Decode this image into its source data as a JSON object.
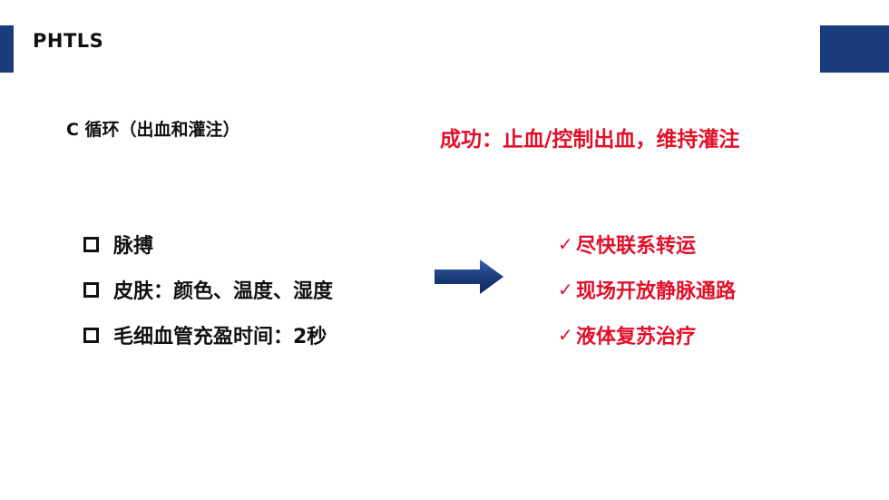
{
  "header": {
    "title": "PHTLS"
  },
  "section": {
    "subtitle": "C 循环（出血和灌注）",
    "success_text": "成功：止血/控制出血，维持灌注"
  },
  "assessment_items": [
    {
      "label": "脉搏"
    },
    {
      "label": "皮肤：颜色、温度、湿度"
    },
    {
      "label": "毛细血管充盈时间：2秒"
    }
  ],
  "action_items": [
    {
      "label": "尽快联系转运"
    },
    {
      "label": "现场开放静脉通路"
    },
    {
      "label": "液体复苏治疗"
    }
  ],
  "icons": {
    "checkbox": "checkbox-icon",
    "check": "check-icon",
    "arrow": "arrow-right-icon"
  },
  "colors": {
    "accent_blue": "#1a3c7a",
    "highlight_red": "#e0102a",
    "text": "#111111"
  }
}
